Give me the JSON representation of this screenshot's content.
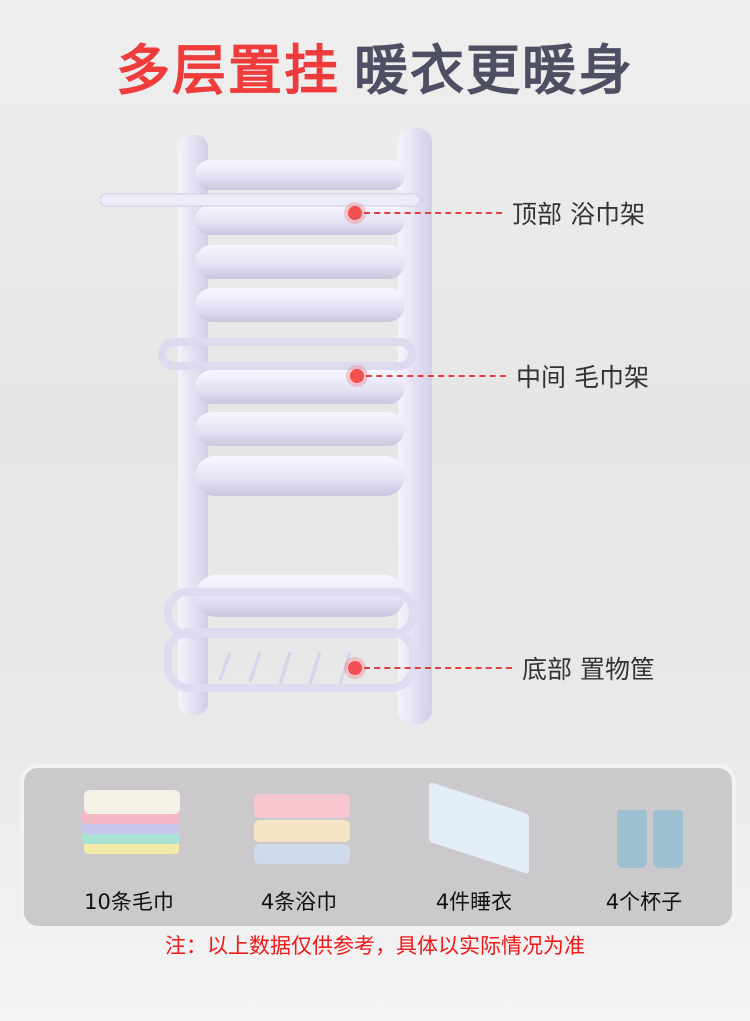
{
  "headline": {
    "red": "多层置挂",
    "gray": "暖衣更暖身"
  },
  "callouts": [
    {
      "label": "顶部 浴巾架"
    },
    {
      "label": "中间 毛巾架"
    },
    {
      "label": "底部 置物筐"
    }
  ],
  "capacity": [
    {
      "label": "10条毛巾"
    },
    {
      "label": "4条浴巾"
    },
    {
      "label": "4件睡衣"
    },
    {
      "label": "4个杯子"
    }
  ],
  "note": "注：以上数据仅供参考，具体以实际情况为准",
  "colors": {
    "accent": "#ee3b3b",
    "title_gray": "#4f4f63",
    "rack": "#e8e6f6"
  }
}
